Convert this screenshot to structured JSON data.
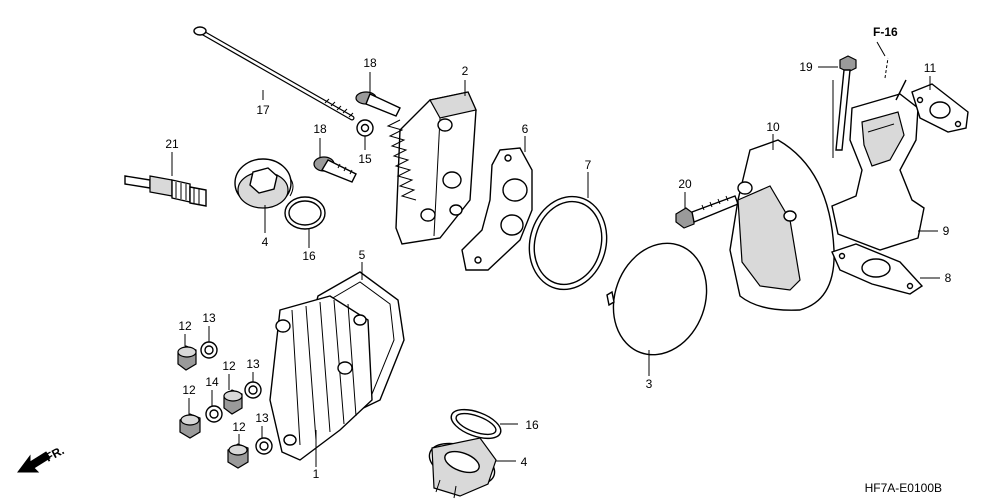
{
  "diagram": {
    "ref_tag": "F-16",
    "figure_code": "HF7A-E0100B",
    "direction_label": "FR.",
    "callouts": [
      {
        "id": "c1",
        "label": "1"
      },
      {
        "id": "c2",
        "label": "2"
      },
      {
        "id": "c3",
        "label": "3"
      },
      {
        "id": "c4a",
        "label": "4"
      },
      {
        "id": "c4b",
        "label": "4"
      },
      {
        "id": "c5",
        "label": "5"
      },
      {
        "id": "c6",
        "label": "6"
      },
      {
        "id": "c7",
        "label": "7"
      },
      {
        "id": "c8",
        "label": "8"
      },
      {
        "id": "c9",
        "label": "9"
      },
      {
        "id": "c10",
        "label": "10"
      },
      {
        "id": "c11",
        "label": "11"
      },
      {
        "id": "c12a",
        "label": "12"
      },
      {
        "id": "c12b",
        "label": "12"
      },
      {
        "id": "c12c",
        "label": "12"
      },
      {
        "id": "c12d",
        "label": "12"
      },
      {
        "id": "c13a",
        "label": "13"
      },
      {
        "id": "c13b",
        "label": "13"
      },
      {
        "id": "c13c",
        "label": "13"
      },
      {
        "id": "c14",
        "label": "14"
      },
      {
        "id": "c15",
        "label": "15"
      },
      {
        "id": "c16a",
        "label": "16"
      },
      {
        "id": "c16b",
        "label": "16"
      },
      {
        "id": "c17",
        "label": "17"
      },
      {
        "id": "c18a",
        "label": "18"
      },
      {
        "id": "c18b",
        "label": "18"
      },
      {
        "id": "c19",
        "label": "19"
      },
      {
        "id": "c20",
        "label": "20"
      },
      {
        "id": "c21",
        "label": "21"
      }
    ]
  }
}
